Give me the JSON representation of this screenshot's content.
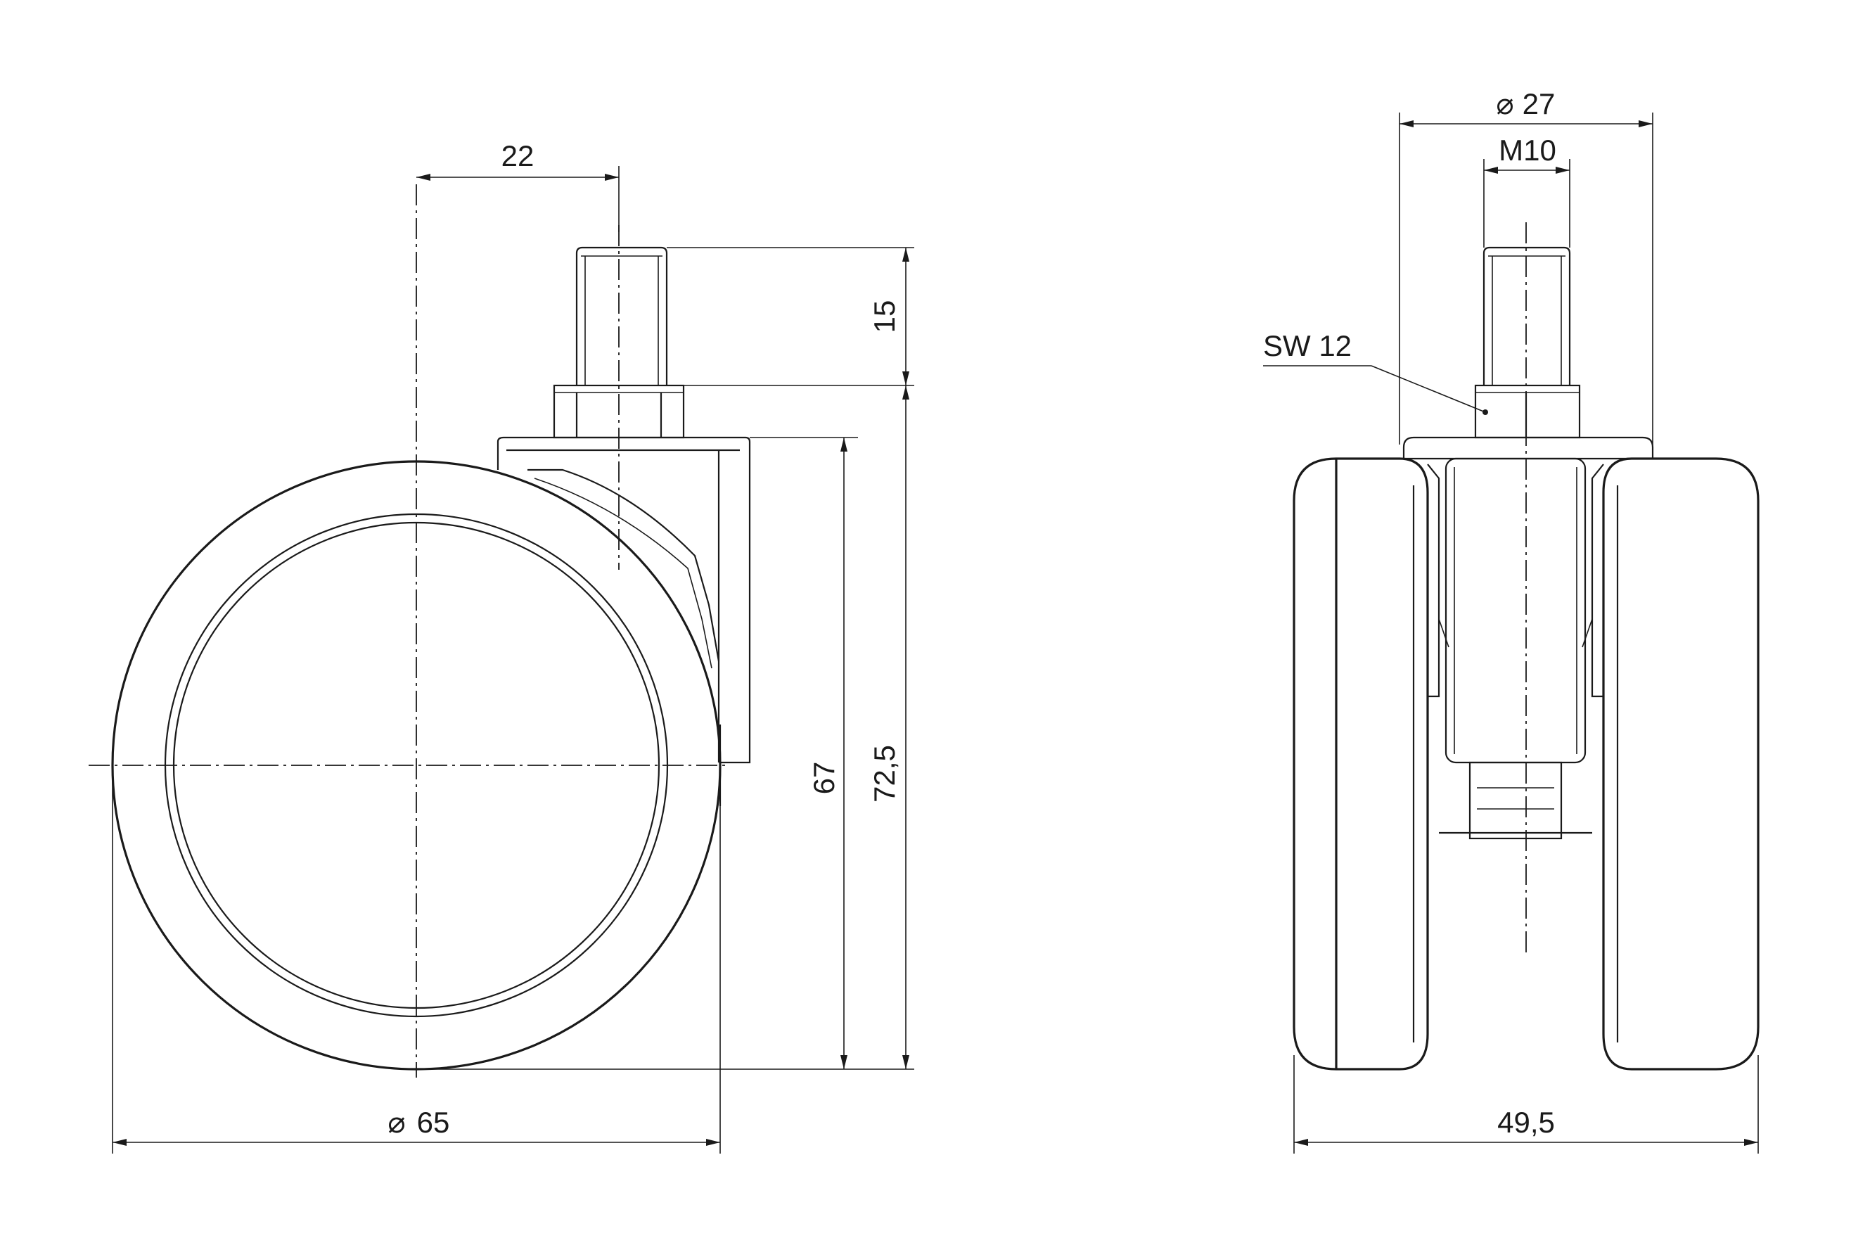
{
  "drawing": {
    "side_view": {
      "dim_stem_offset": "22",
      "dim_stem_length": "15",
      "dim_height_body": "67",
      "dim_height_total": "72,5",
      "dim_wheel_diameter": "65",
      "diameter_symbol": "⌀"
    },
    "front_view": {
      "dim_top_diameter": "27",
      "dim_thread": "M10",
      "label_wrench_size": "SW 12",
      "dim_total_width": "49,5",
      "diameter_symbol": "⌀"
    }
  }
}
